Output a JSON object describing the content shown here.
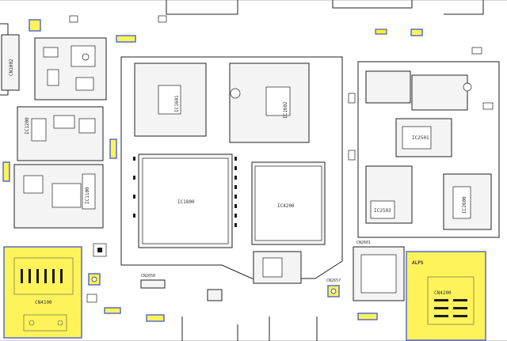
{
  "title": "",
  "labels": {
    "ic1601": "IC1601",
    "ic1800": "IC1800",
    "ic4200": "IC4200",
    "ic1100": "IC1100",
    "ic1200": "IC1200",
    "ic2501": "IC2501",
    "ic2503": "IC2503",
    "ic2600": "IC2600",
    "ic1602": "IC1602",
    "cn4100": "CN4100",
    "cn4200": "CN4200",
    "cn2650": "CN2650",
    "cn2657": "CN2657",
    "cn1002": "CN1002",
    "cn2601": "CN2601",
    "alps": "ALPS"
  },
  "colors": {
    "highlight": "#fff35a",
    "highlight_border": "#4a64c8",
    "trace": "#222222"
  }
}
